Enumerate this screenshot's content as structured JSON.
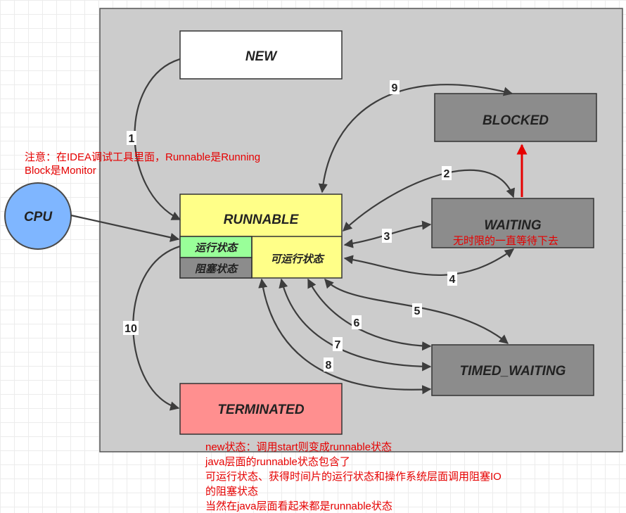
{
  "states": {
    "new": "NEW",
    "blocked": "BLOCKED",
    "runnable": "RUNNABLE",
    "waiting": "WAITING",
    "timed_waiting": "TIMED_WAITING",
    "terminated": "TERMINATED",
    "cpu": "CPU"
  },
  "runnable_sub": {
    "running": "运行状态",
    "blocking": "阻塞状态",
    "ready": "可运行状态"
  },
  "transitions": [
    "1",
    "2",
    "3",
    "4",
    "5",
    "6",
    "7",
    "8",
    "9",
    "10"
  ],
  "notes": {
    "idea_line1": "注意：在IDEA调试工具里面，Runnable是Running",
    "idea_line2": "Block是Monitor",
    "waiting_note": "无时限的一直等待下去",
    "bottom": [
      "new状态：调用start则变成runnable状态",
      "java层面的runnable状态包含了",
      "可运行状态、获得时间片的运行状态和操作系统层面调用阻塞IO",
      "的阻塞状态",
      "当然在java层面看起来都是runnable状态"
    ]
  },
  "colors": {
    "panel": "#cccccc",
    "new": "#ffffff",
    "blocked": "#8c8c8c",
    "waiting": "#8c8c8c",
    "timed_waiting": "#8c8c8c",
    "runnable": "#ffff88",
    "running": "#99ff99",
    "blocking": "#8c8c8c",
    "terminated": "#ff8f8f",
    "cpu": "#7fb6ff",
    "note_red": "#e60000",
    "arrow": "#3d3d3d"
  }
}
